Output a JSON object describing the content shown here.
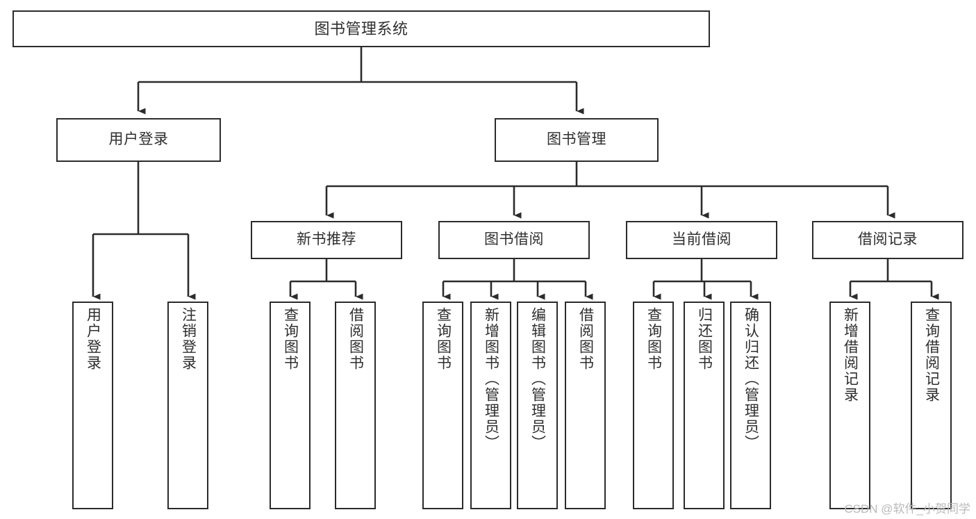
{
  "diagram": {
    "title": "图书管理系统",
    "type": "tree-hierarchy",
    "style": {
      "box_border_color": "#2b2b2b",
      "box_fill_color": "#ffffff",
      "edge_color": "#2b2b2b",
      "text_color": "#2e2e2e",
      "background_color": "#ffffff"
    },
    "nodes": {
      "root": {
        "label": "图书管理系统",
        "level": 1,
        "orientation": "horizontal"
      },
      "l2": [
        {
          "id": "user-login",
          "label": "用户登录",
          "level": 2,
          "orientation": "horizontal"
        },
        {
          "id": "book-management",
          "label": "图书管理",
          "level": 2,
          "orientation": "horizontal"
        }
      ],
      "l3": [
        {
          "id": "new-book-recommend",
          "label": "新书推荐",
          "level": 3,
          "orientation": "horizontal"
        },
        {
          "id": "book-borrow",
          "label": "图书借阅",
          "level": 3,
          "orientation": "horizontal"
        },
        {
          "id": "current-borrow",
          "label": "当前借阅",
          "level": 3,
          "orientation": "horizontal"
        },
        {
          "id": "borrow-record",
          "label": "借阅记录",
          "level": 3,
          "orientation": "horizontal"
        }
      ],
      "leaves": [
        {
          "id": "leaf-user-login",
          "label": "用户登录",
          "parent": "user-login",
          "orientation": "vertical"
        },
        {
          "id": "leaf-user-logout",
          "label": "注销登录",
          "parent": "user-login",
          "orientation": "vertical"
        },
        {
          "id": "leaf-query-book-1",
          "label": "查询图书",
          "parent": "new-book-recommend",
          "orientation": "vertical"
        },
        {
          "id": "leaf-borrow-book-1",
          "label": "借阅图书",
          "parent": "new-book-recommend",
          "orientation": "vertical"
        },
        {
          "id": "leaf-query-book-2",
          "label": "查询图书",
          "parent": "book-borrow",
          "orientation": "vertical"
        },
        {
          "id": "leaf-add-book",
          "label": "新增图书（管理员）",
          "parent": "book-borrow",
          "orientation": "vertical"
        },
        {
          "id": "leaf-edit-book",
          "label": "编辑图书（管理员）",
          "parent": "book-borrow",
          "orientation": "vertical"
        },
        {
          "id": "leaf-borrow-book-2",
          "label": "借阅图书",
          "parent": "book-borrow",
          "orientation": "vertical"
        },
        {
          "id": "leaf-query-book-3",
          "label": "查询图书",
          "parent": "current-borrow",
          "orientation": "vertical"
        },
        {
          "id": "leaf-return-book",
          "label": "归还图书",
          "parent": "current-borrow",
          "orientation": "vertical"
        },
        {
          "id": "leaf-confirm-return",
          "label": "确认归还（管理员）",
          "parent": "current-borrow",
          "orientation": "vertical"
        },
        {
          "id": "leaf-add-record",
          "label": "新增借阅记录",
          "parent": "borrow-record",
          "orientation": "vertical"
        },
        {
          "id": "leaf-query-record",
          "label": "查询借阅记录",
          "parent": "borrow-record",
          "orientation": "vertical"
        }
      ]
    },
    "watermark": "CSDN @软件_小贺同学"
  }
}
